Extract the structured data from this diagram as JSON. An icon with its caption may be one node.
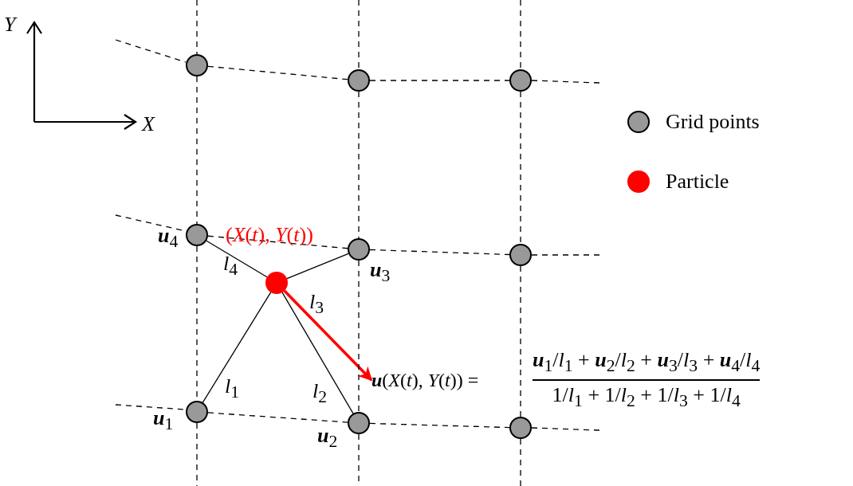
{
  "diagram": {
    "nodes": [
      {
        "text": [],
        "shape": "circle"
      },
      {
        "text": [],
        "shape": "circle"
      },
      {
        "text": [],
        "shape": "circle"
      },
      {
        "text": [],
        "shape": "circle",
        "beside": [
          "**u**$_{4}$"
        ]
      },
      {
        "text": [],
        "shape": "circle",
        "beside": [
          "**u**$_{3}$"
        ]
      },
      {
        "text": [],
        "shape": "circle"
      },
      {
        "text": [],
        "shape": "circle",
        "beside": [
          "(*X*(*t*), *Y*(*t*))"
        ]
      },
      {
        "text": [
          "**u**(*X*(*t*), *Y*(*t*)) ="
        ]
      },
      {
        "text": [],
        "shape": "circle",
        "beside": [
          "**u**$_{1}$"
        ]
      },
      {
        "text": [],
        "shape": "circle",
        "beside": [
          "**u**$_{2}$"
        ]
      },
      {
        "text": [],
        "shape": "circle"
      }
    ],
    "edges": [
      {
        "from": 6,
        "to": 3,
        "arrow": "none",
        "label": "*l*$_{4}$"
      },
      {
        "from": 6,
        "to": 4,
        "arrow": "none",
        "label": "*l*$_{3}$"
      },
      {
        "from": 6,
        "to": 8,
        "arrow": "none",
        "label": "*l*$_{1}$"
      },
      {
        "from": 6,
        "to": 9,
        "arrow": "none",
        "label": "*l*$_{2}$"
      },
      {
        "from": 6,
        "to": 7,
        "arrow": "to",
        "style": "thick",
        "color": "#ff0000"
      },
      {
        "from": 0,
        "to": 1,
        "arrow": "none",
        "style": "dashed"
      },
      {
        "from": 1,
        "to": 2,
        "arrow": "none",
        "style": "dashed"
      },
      {
        "from": 3,
        "to": 4,
        "arrow": "none",
        "style": "dashed"
      },
      {
        "from": 4,
        "to": 5,
        "arrow": "none",
        "style": "dashed"
      },
      {
        "from": 8,
        "to": 9,
        "arrow": "none",
        "style": "dashed"
      },
      {
        "from": 9,
        "to": 10,
        "arrow": "none",
        "style": "dashed"
      },
      {
        "from": 0,
        "to": 3,
        "arrow": "none",
        "style": "dashed"
      },
      {
        "from": 3,
        "to": 8,
        "arrow": "none",
        "style": "dashed"
      },
      {
        "from": 1,
        "to": 4,
        "arrow": "none",
        "style": "dashed"
      },
      {
        "from": 4,
        "to": 9,
        "arrow": "none",
        "style": "dashed"
      },
      {
        "from": 2,
        "to": 5,
        "arrow": "none",
        "style": "dashed"
      },
      {
        "from": 5,
        "to": 10,
        "arrow": "none",
        "style": "dashed"
      }
    ],
    "labels": [
      "*Y*",
      "*X*",
      "**u**$_{1}$/*l*$_{1}$ + **u**$_{2}$/*l*$_{2}$ + **u**$_{3}$/*l*$_{3}$ + **u**$_{4}$/*l*$_{4}$",
      "1/*l*$_{1}$ + 1/*l*$_{2}$ + 1/*l*$_{3}$ + 1/*l*$_{4}$"
    ],
    "legend": [
      {
        "text": "Grid points",
        "color": "#999999"
      },
      {
        "text": "Particle",
        "color": "#ff0000"
      }
    ]
  }
}
